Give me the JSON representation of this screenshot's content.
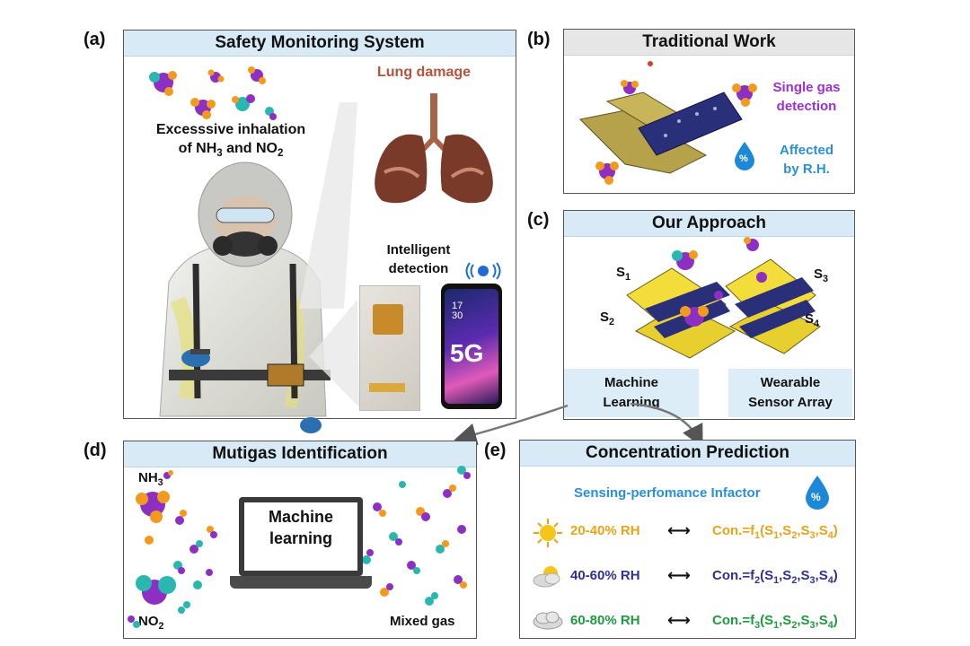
{
  "panels": {
    "a": {
      "letter": "(a)",
      "title": "Safety Monitoring System",
      "inhalation_line1": "Excesssive inhalation",
      "inhalation_line2_prefix": "of NH",
      "inhalation_sub1": "3",
      "inhalation_mid": " and NO",
      "inhalation_sub2": "2",
      "lung_label": "Lung damage",
      "detection_line1": "Intelligent",
      "detection_line2": "detection",
      "phone_time": "17",
      "phone_time2": "30",
      "phone_badge": "5G"
    },
    "b": {
      "letter": "(b)",
      "title": "Traditional Work",
      "single_gas_line1": "Single gas",
      "single_gas_line2": "detection",
      "affected_line1": "Affected",
      "affected_line2": "by R.H.",
      "drop_symbol": "%"
    },
    "c": {
      "letter": "(c)",
      "title": "Our Approach",
      "sensors": [
        {
          "base": "S",
          "sub": "1"
        },
        {
          "base": "S",
          "sub": "2"
        },
        {
          "base": "S",
          "sub": "3"
        },
        {
          "base": "S",
          "sub": "4"
        }
      ],
      "ml_line1": "Machine",
      "ml_line2": "Learning",
      "wsa_line1": "Wearable",
      "wsa_line2": "Sensor Array"
    },
    "d": {
      "letter": "(d)",
      "title": "Mutigas Identification",
      "nh3_base": "NH",
      "nh3_sub": "3",
      "no2_base": "NO",
      "no2_sub": "2",
      "laptop_line1": "Machine",
      "laptop_line2": "learning",
      "mixed_gas": "Mixed gas"
    },
    "e": {
      "letter": "(e)",
      "title": "Concentration Prediction",
      "infactor": "Sensing-perfomance Infactor",
      "drop_symbol": "%",
      "rows": [
        {
          "rh": "20-40% RH",
          "arrow": "⟷",
          "func": "f",
          "fsub": "1",
          "color": "#e8a317",
          "weather": "sun-icon"
        },
        {
          "rh": "40-60% RH",
          "arrow": "⟷",
          "func": "f",
          "fsub": "2",
          "color": "#2e3192",
          "weather": "partly-cloudy-icon"
        },
        {
          "rh": "60-80% RH",
          "arrow": "⟷",
          "func": "f",
          "fsub": "3",
          "color": "#1f9a3f",
          "weather": "cloud-icon"
        }
      ],
      "formula_prefix": "Con.=",
      "formula_args": [
        "S",
        "1",
        ",S",
        "2",
        ",S",
        "3",
        ",S",
        "4"
      ]
    }
  },
  "colors": {
    "header_blue": "#d7eaf6",
    "header_gray": "#e6e6e6",
    "purple_text": "#9b30d0",
    "blue_text": "#2a8fd8",
    "lung_text": "#b5533c",
    "molecule_purple": "#8e2fc4",
    "molecule_orange": "#f29a1e",
    "molecule_teal": "#29b7b0"
  }
}
